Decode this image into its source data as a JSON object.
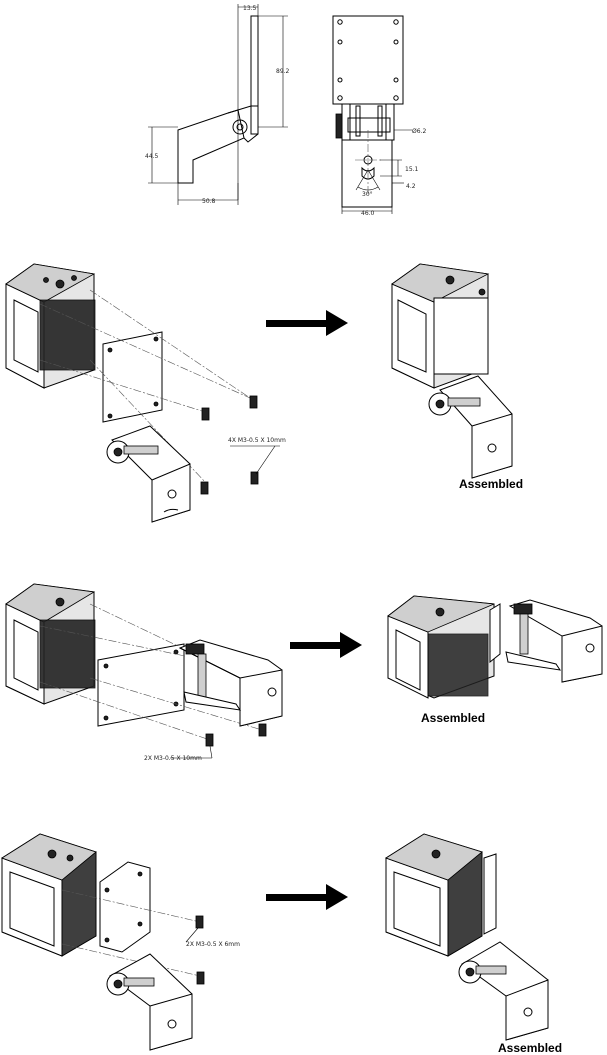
{
  "drawing": {
    "dims": {
      "top_width": "13.5",
      "height_upper": "89.2",
      "height_lower": "44.5",
      "base_width": "50.8",
      "hole_dia": "Ø6.2",
      "slot_height": "15.1",
      "slot_offset": "4.2",
      "angle": "30°",
      "overall_width": "46.0"
    }
  },
  "steps": [
    {
      "callout": "4X M3-0.5 X 10mm",
      "caption": "Assembled"
    },
    {
      "callout": "2X M3-0.5 X 10mm",
      "caption": "Assembled"
    },
    {
      "callout": "2X M3-0.5 X 6mm",
      "caption": "Assembled"
    }
  ]
}
